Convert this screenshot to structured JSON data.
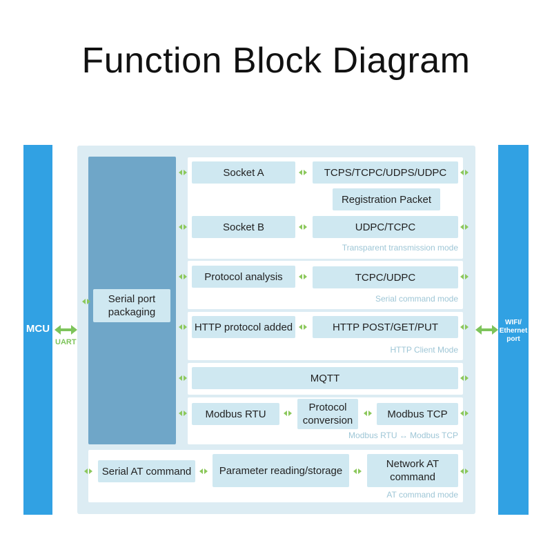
{
  "title": "Function Block Diagram",
  "mcu": "MCU",
  "uart": "UART",
  "wifi": [
    "WIFI/",
    "Ethernet",
    "port"
  ],
  "packaging": [
    "Serial port",
    "packaging"
  ],
  "transparent": {
    "socket_a": "Socket A",
    "tcps": "TCPS/TCPC/UDPS/UDPC",
    "registration": "Registration Packet",
    "socket_b": "Socket B",
    "udpc_tcpc": "UDPC/TCPC",
    "mode": "Transparent transmission mode"
  },
  "serial_cmd": {
    "protocol_analysis": "Protocol analysis",
    "tcpc_udpc": "TCPC/UDPC",
    "mode": "Serial command mode"
  },
  "http": {
    "added": "HTTP protocol added",
    "methods": "HTTP POST/GET/PUT",
    "mode": "HTTP Client Mode"
  },
  "mqtt": "MQTT",
  "modbus": {
    "rtu": "Modbus RTU",
    "conversion": [
      "Protocol",
      "conversion"
    ],
    "tcp": "Modbus TCP",
    "mode": "Modbus RTU ↔ Modbus TCP"
  },
  "at": {
    "serial_at": "Serial AT command",
    "param": "Parameter reading/storage",
    "network": [
      "Network AT",
      "command"
    ],
    "mode": "AT command mode"
  },
  "colors": {
    "bar": "#31a1e3",
    "packaging": "#6fa6c8",
    "box": "#cfe8f1",
    "outer": "#dcecf3",
    "arrow": "#8cc85c",
    "mode_text": "#9ec6d6"
  }
}
